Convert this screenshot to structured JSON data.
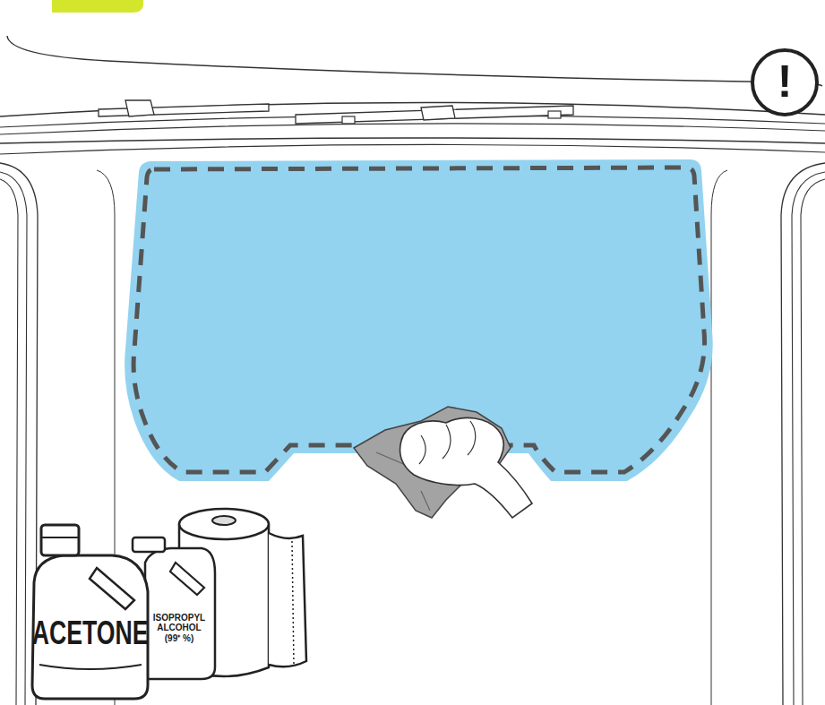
{
  "diagram": {
    "nodes": [
      {
        "text": [
          "!"
        ]
      },
      {
        "text": [
          "ACETONE"
        ]
      },
      {
        "text": [
          "ISOPROPYL ALCOHOL (99⁺ %)"
        ]
      }
    ]
  }
}
